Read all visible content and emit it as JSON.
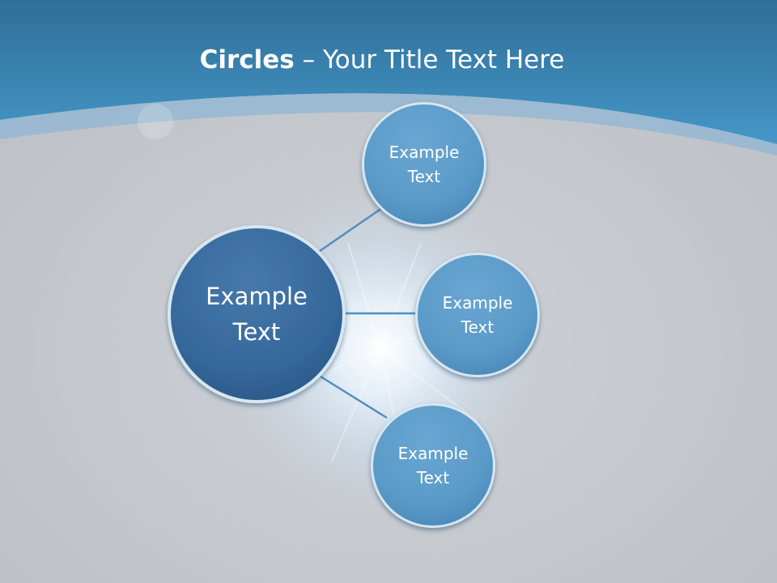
{
  "slide": {
    "title_bold": "Circles",
    "title_rest": " – Your Title Text Here"
  },
  "diagram": {
    "center": {
      "label": "Example\nText"
    },
    "satellites": [
      {
        "label": "Example\nText"
      },
      {
        "label": "Example\nText"
      },
      {
        "label": "Example\nText"
      }
    ]
  },
  "colors": {
    "header_blue": "#3d87b8",
    "center_circle": "#35689b",
    "satellite_circle": "#5a9ac8",
    "connector": "#4f8fc0",
    "background": "#c3c6cc"
  }
}
